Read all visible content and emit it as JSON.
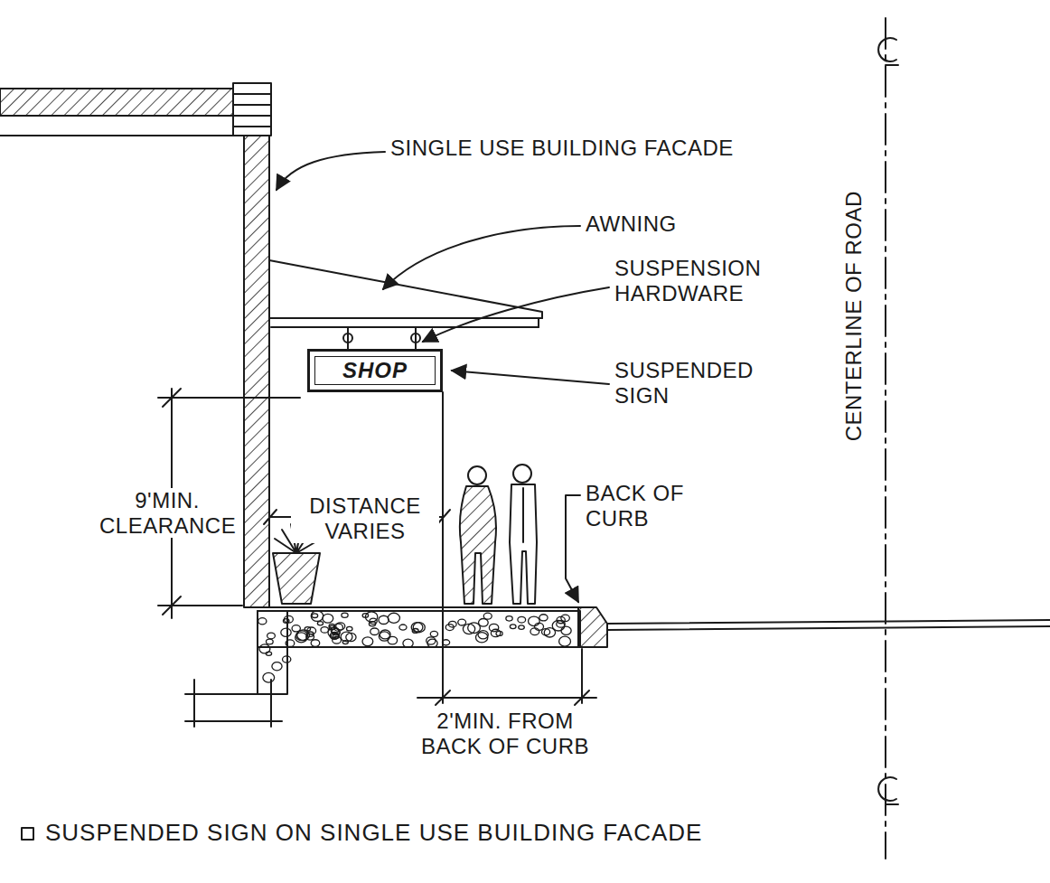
{
  "diagram": {
    "caption": "SUSPENDED SIGN ON SINGLE USE BUILDING FACADE",
    "nodes": [
      {
        "text": [
          "SHOP"
        ]
      }
    ],
    "labels": [
      "SINGLE USE BUILDING FACADE",
      "AWNING",
      "SUSPENSION HARDWARE",
      "SUSPENDED SIGN",
      "9'MIN. CLEARANCE",
      "DISTANCE VARIES",
      "BACK OF CURB",
      "CENTERLINE OF ROAD",
      "2'MIN. FROM BACK OF CURB"
    ]
  }
}
